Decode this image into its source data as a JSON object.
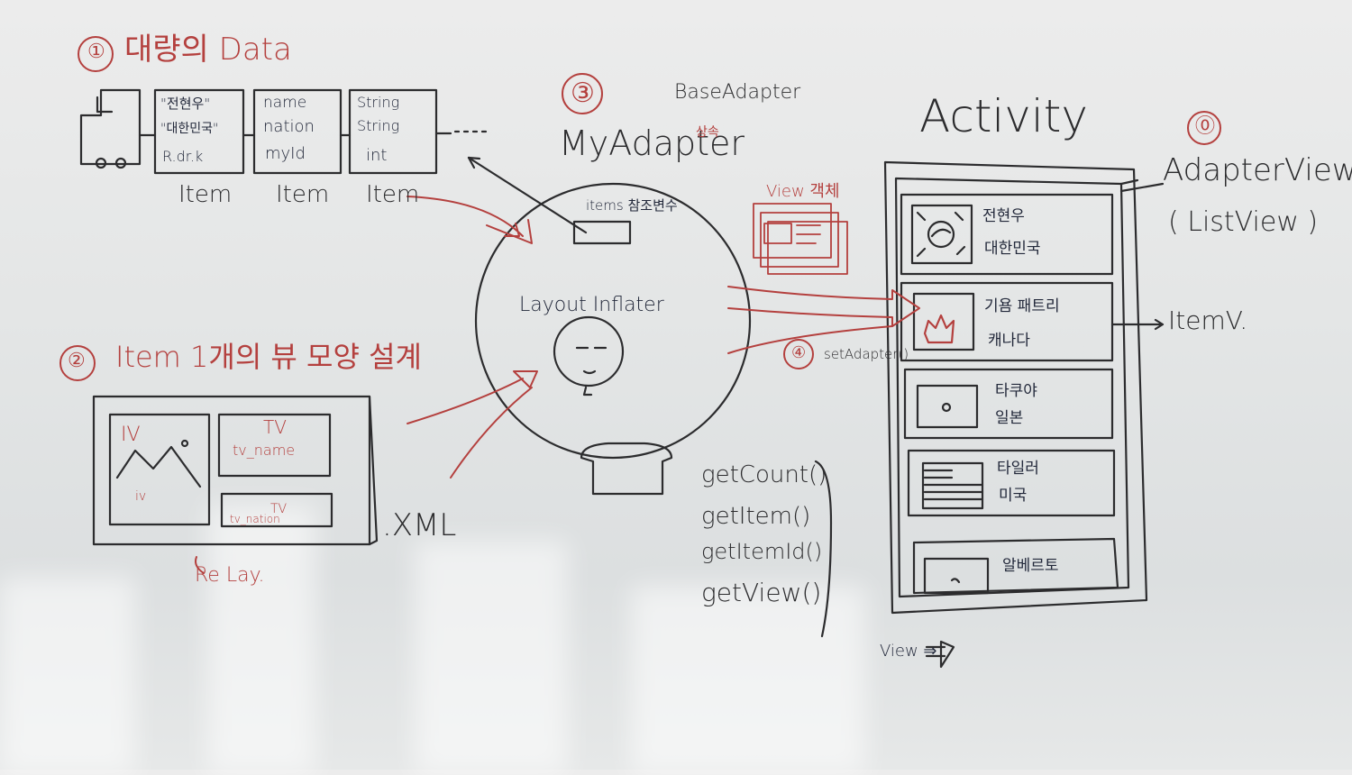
{
  "section1": {
    "number": "①",
    "title": "대량의 Data"
  },
  "data_items": [
    {
      "fields": [
        "\"전현우\"",
        "\"대한민국\"",
        "R.dr.k"
      ],
      "label": "Item"
    },
    {
      "fields": [
        "name",
        "nation",
        "myId"
      ],
      "label": "Item"
    },
    {
      "fields": [
        "String",
        "String",
        "int"
      ],
      "label": "Item"
    }
  ],
  "section2": {
    "number": "②",
    "title": "Item 1개의 뷰 모양 설계"
  },
  "layout_sketch": {
    "iv_label": "IV",
    "iv_small": "iv",
    "tv_top": "TV",
    "tv_name": "tv_name",
    "tv_bottom": "TV",
    "tv_nation": "tv_nation",
    "xml_label": ".XML",
    "relayout": "Re Lay."
  },
  "section3": {
    "number": "③",
    "title": "MyAdapter",
    "base": "BaseAdapter",
    "inherit": "상속",
    "items_label": "items 참조변수",
    "inflater": "Layout Inflater"
  },
  "view_objects": "View 객체",
  "methods": [
    "getCount()",
    "getItem()",
    "getItemId()",
    "getView()"
  ],
  "section4": {
    "number": "④",
    "call": "setAdapter()"
  },
  "activity": "Activity",
  "section0": {
    "number": "⓪",
    "adapter_view": "AdapterView",
    "list_view": "( ListView )"
  },
  "item_view": "ItemV.",
  "list_items": [
    {
      "name": "전현우",
      "nation": "대한민국",
      "icon": "korea-flag-icon"
    },
    {
      "name": "기욤 패트리",
      "nation": "캐나다",
      "icon": "canada-leaf-icon"
    },
    {
      "name": "타쿠야",
      "nation": "일본",
      "icon": "japan-flag-icon"
    },
    {
      "name": "타일러",
      "nation": "미국",
      "icon": "usa-flag-icon"
    },
    {
      "name": "알베르토",
      "nation": "",
      "icon": "italy-flag-icon"
    }
  ],
  "view_arrow": "View ⇒",
  "colors": {
    "red_marker": "#b4403e",
    "black_marker": "#2c2c2e",
    "board": "#e6e8e8"
  }
}
